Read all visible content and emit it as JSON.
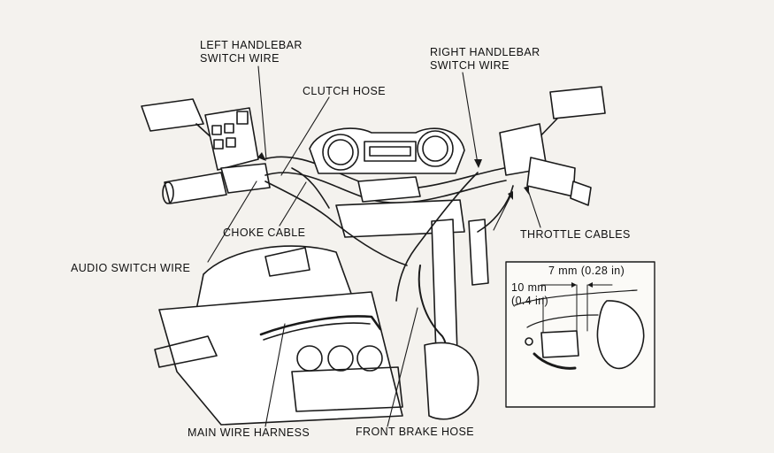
{
  "callouts": {
    "left_handlebar_switch_wire": [
      "LEFT HANDLEBAR",
      "SWITCH WIRE"
    ],
    "right_handlebar_switch_wire": [
      "RIGHT HANDLEBAR",
      "SWITCH WIRE"
    ],
    "clutch_hose": "CLUTCH HOSE",
    "choke_cable": "CHOKE CABLE",
    "throttle_cables": "THROTTLE CABLES",
    "audio_switch_wire": "AUDIO SWITCH WIRE",
    "main_wire_harness": "MAIN WIRE HARNESS",
    "front_brake_hose": "FRONT BRAKE HOSE"
  },
  "inset": {
    "dim_7mm": "7 mm (0.28 in)",
    "dim_10mm": [
      "10 mm",
      "(0.4 in)"
    ]
  },
  "colors": {
    "ink": "#1a1a1a",
    "paper": "#f4f2ee"
  }
}
